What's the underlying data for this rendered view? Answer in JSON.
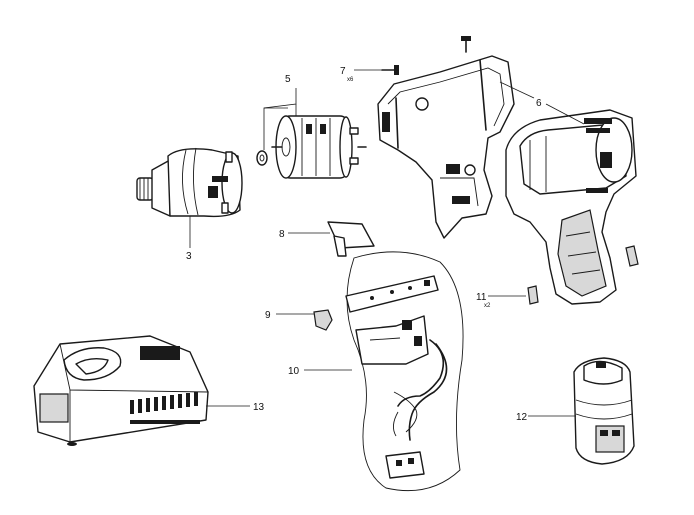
{
  "parts": [
    {
      "id": "callout-3",
      "number": "3"
    },
    {
      "id": "callout-5",
      "number": "5"
    },
    {
      "id": "callout-6",
      "number": "6"
    },
    {
      "id": "callout-7",
      "number": "7",
      "qty": "x6"
    },
    {
      "id": "callout-8",
      "number": "8"
    },
    {
      "id": "callout-9",
      "number": "9"
    },
    {
      "id": "callout-10",
      "number": "10"
    },
    {
      "id": "callout-11",
      "number": "11",
      "qty": "x2"
    },
    {
      "id": "callout-12",
      "number": "12"
    },
    {
      "id": "callout-13",
      "number": "13"
    }
  ]
}
